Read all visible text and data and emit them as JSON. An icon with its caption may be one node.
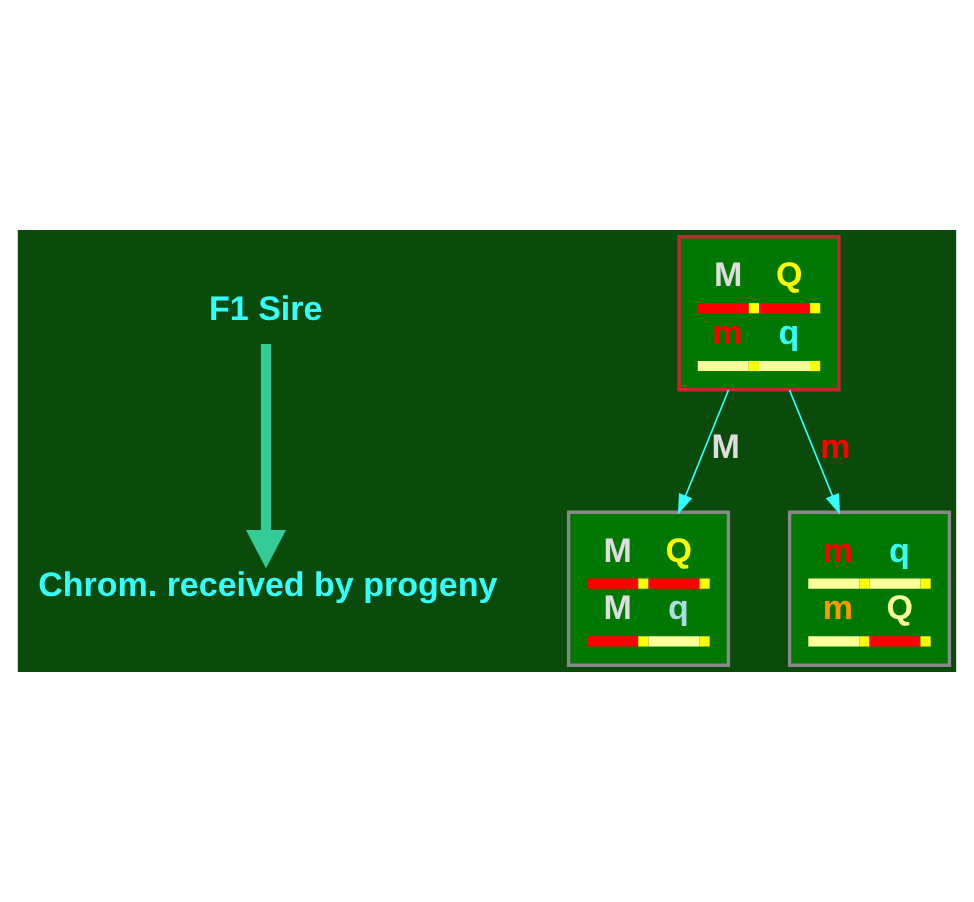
{
  "diagram": {
    "nodes": [
      {
        "text": [
          "F1 Sire"
        ]
      },
      {
        "text": [
          "Chrom. received by progeny"
        ]
      },
      {
        "text": [
          "M",
          "Q",
          "m",
          "q"
        ]
      },
      {
        "text": [
          "M",
          "Q",
          "M",
          "q"
        ]
      },
      {
        "text": [
          "m",
          "q",
          "m",
          "Q"
        ]
      }
    ],
    "edges": [
      {
        "from": 0,
        "to": 1,
        "arrow": "to",
        "style": "thick",
        "color": "#33cc99"
      },
      {
        "from": 2,
        "to": 3,
        "arrow": "to",
        "label": "M"
      },
      {
        "from": 2,
        "to": 4,
        "arrow": "to",
        "label": "m"
      }
    ]
  }
}
